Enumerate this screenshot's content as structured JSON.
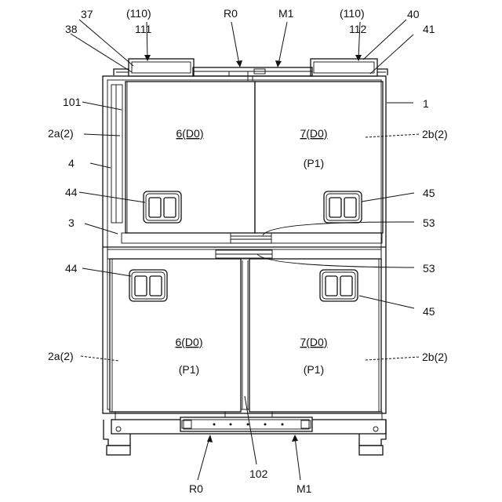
{
  "labels": {
    "n110_left": "(110)",
    "n110_right": "(110)",
    "n37": "37",
    "n38": "38",
    "n111": "111",
    "n112": "112",
    "r0_top": "R0",
    "m1_top": "M1",
    "n40": "40",
    "n41": "41",
    "n1": "1",
    "n101": "101",
    "n2a2_top": "2a(2)",
    "n2b2_top": "2b(2)",
    "n4": "4",
    "n44_top": "44",
    "n45_top": "45",
    "n3": "3",
    "n53_top": "53",
    "n53_bottom": "53",
    "n44_bottom": "44",
    "n45_bottom": "45",
    "n2a2_bottom": "2a(2)",
    "n2b2_bottom": "2b(2)",
    "n102": "102",
    "r0_bottom": "R0",
    "m1_bottom": "M1"
  },
  "doors": {
    "upper_left_id": "6(D0)",
    "upper_right_id": "7(D0)",
    "upper_right_pos": "(P1)",
    "lower_left_id": "6(D0)",
    "lower_left_pos": "(P1)",
    "lower_right_id": "7(D0)",
    "lower_right_pos": "(P1)"
  }
}
